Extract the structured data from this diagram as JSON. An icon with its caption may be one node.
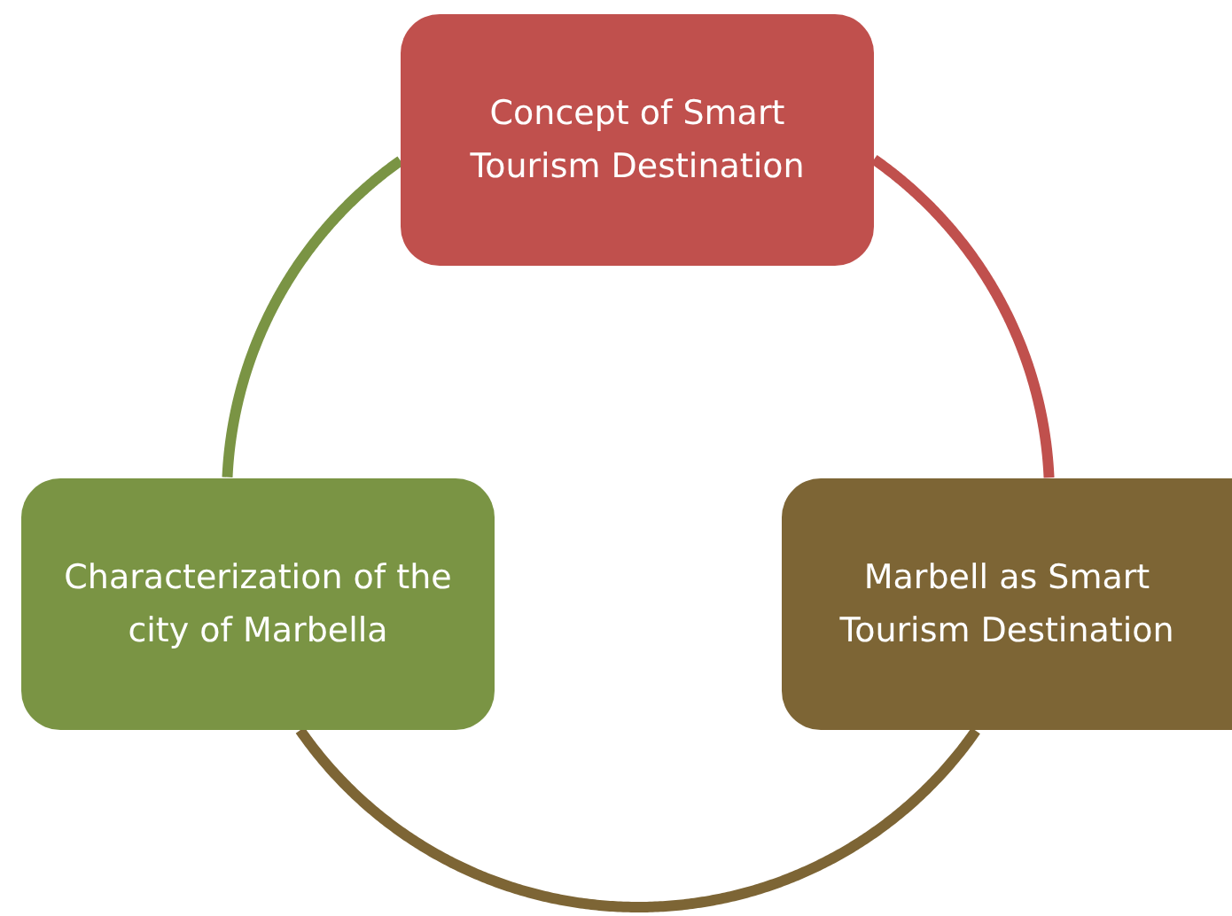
{
  "diagram": {
    "nodes": [
      {
        "text": [
          "Concept of Smart Tourism Destination"
        ]
      },
      {
        "text": [
          "Marbell as Smart Tourism Destination"
        ]
      },
      {
        "text": [
          "Characterization of the city of Marbella"
        ]
      }
    ],
    "edges": [
      {
        "from": 0,
        "to": 1,
        "arrow": "none",
        "color": "#c0504d"
      },
      {
        "from": 1,
        "to": 2,
        "arrow": "none",
        "color": "#7d6535"
      },
      {
        "from": 2,
        "to": 0,
        "arrow": "none",
        "color": "#7a9444"
      }
    ]
  }
}
